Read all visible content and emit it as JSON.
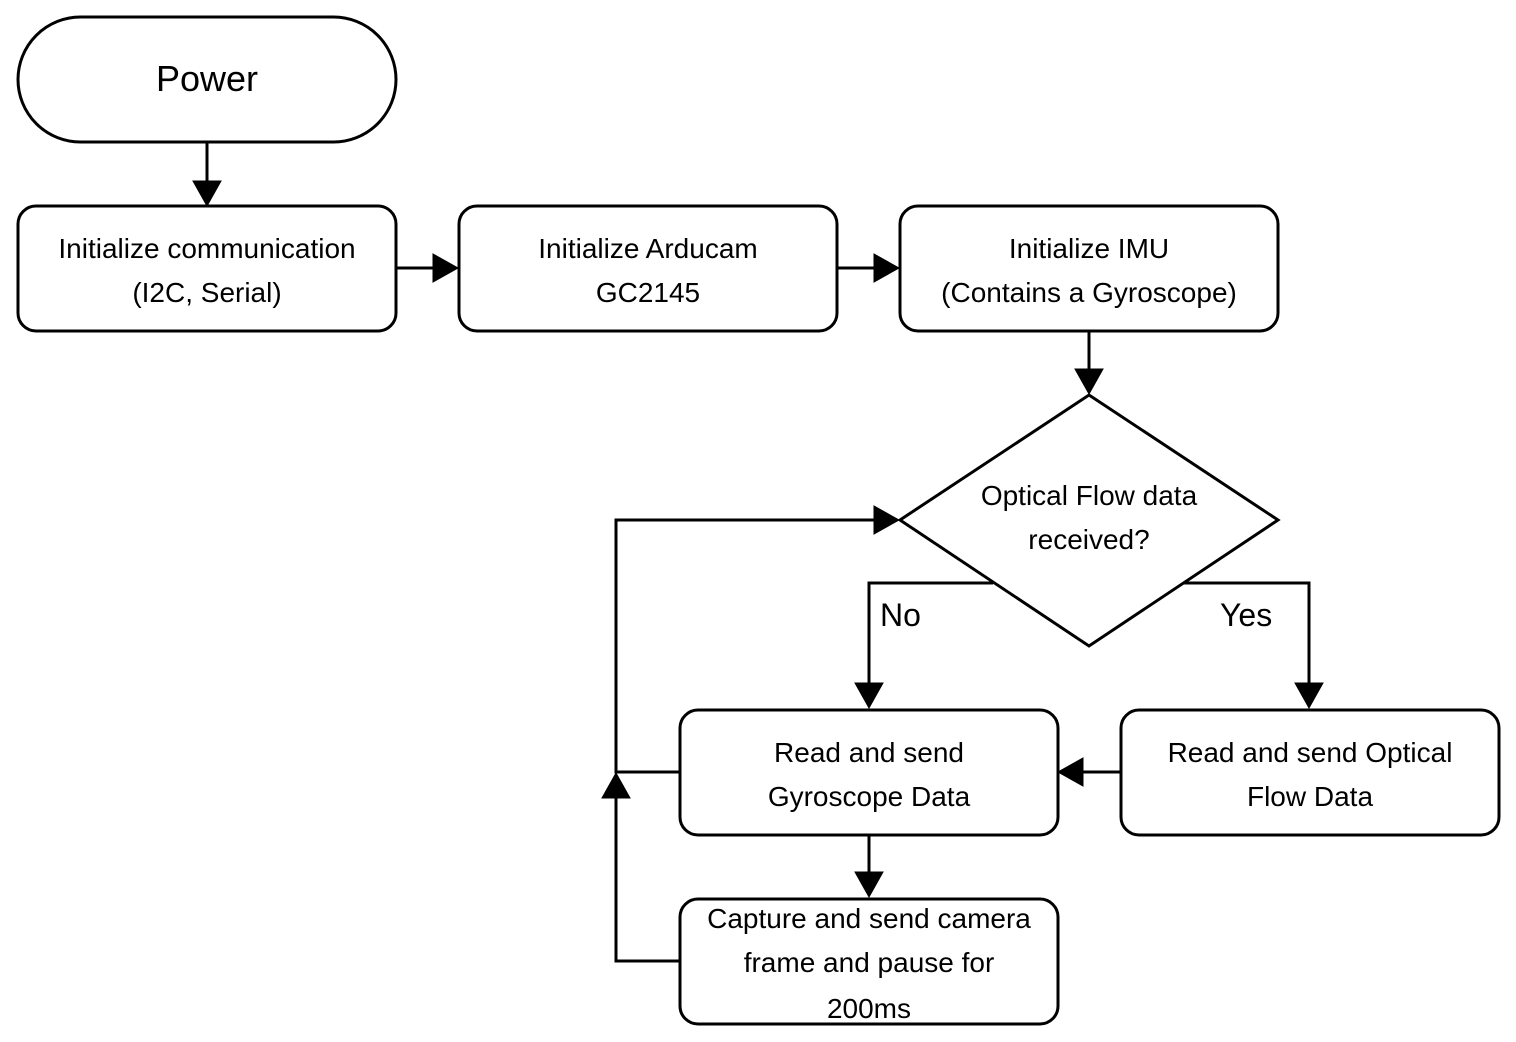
{
  "diagram": {
    "nodes": {
      "power": {
        "label": "Power"
      },
      "init_comm": {
        "line1": "Initialize communication",
        "line2": "(I2C, Serial)"
      },
      "init_cam": {
        "line1": "Initialize Arducam",
        "line2": "GC2145"
      },
      "init_imu": {
        "line1": "Initialize IMU",
        "line2": "(Contains a Gyroscope)"
      },
      "decision": {
        "line1": "Optical Flow data",
        "line2": "received?"
      },
      "read_gyro": {
        "line1": "Read and send",
        "line2": "Gyroscope Data"
      },
      "read_flow": {
        "line1": "Read and send Optical",
        "line2": "Flow Data"
      },
      "capture": {
        "line1": "Capture and send camera",
        "line2": "frame and pause for",
        "line3": "200ms"
      }
    },
    "edges": {
      "no_label": "No",
      "yes_label": "Yes"
    },
    "colors": {
      "stroke": "#000000",
      "fill": "#ffffff",
      "text": "#000000"
    }
  }
}
